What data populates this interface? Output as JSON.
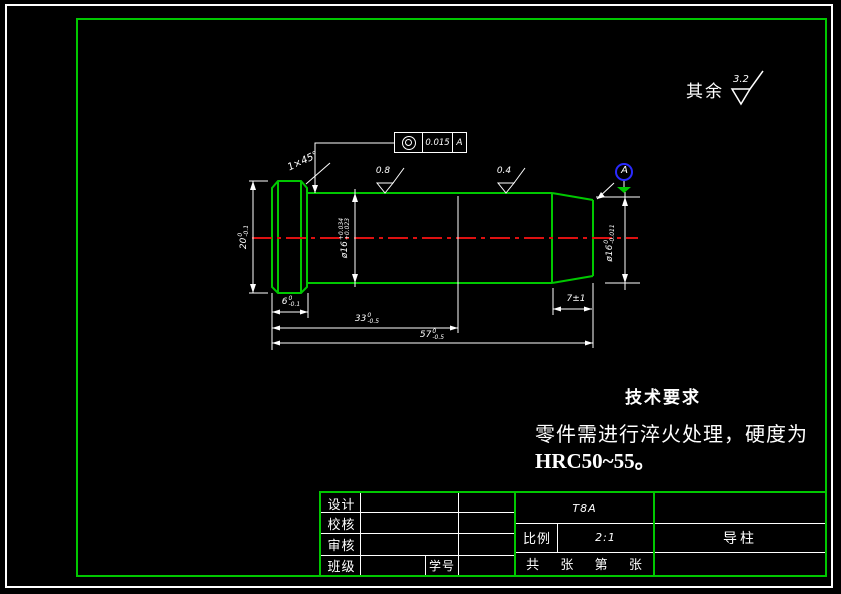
{
  "drawing": {
    "default_roughness": {
      "prefix": "其余",
      "value": "3.2"
    },
    "chamfer_label": "1×45°",
    "roughness_mid": "0.8",
    "roughness_right": "0.4",
    "fcf": {
      "symbol_icon": "concentricity-icon",
      "tolerance": "0.015",
      "datum": "A"
    },
    "datum_label": "A",
    "dims": {
      "head_od": {
        "v": "20",
        "tu": "0",
        "tl": "-0.1"
      },
      "shaft_od": {
        "v": "ø16",
        "tu": "+0.034",
        "tl": "+0.023"
      },
      "end_od": {
        "v": "ø16",
        "tu": "0",
        "tl": "-0.011"
      },
      "head_w": {
        "v": "6",
        "tu": "0",
        "tl": "-0.1"
      },
      "len_mid": {
        "v": "33",
        "tu": "0",
        "tl": "-0.5"
      },
      "len_total": {
        "v": "57",
        "tu": "0",
        "tl": "-0.5"
      },
      "len_end": {
        "v": "7±1"
      }
    }
  },
  "tech_req": {
    "title": "技术要求",
    "line1": "零件需进行淬火处理，硬度为",
    "line2": "HRC50~55。"
  },
  "title_block": {
    "design_label": "设计",
    "check_label": "校核",
    "audit_label": "审核",
    "class_label": "班级",
    "student_id_label": "学号",
    "material": "T8A",
    "scale_label": "比例",
    "scale_value": "2:1",
    "part_name": "导柱",
    "sheet_total_label": "共",
    "sheet_label": "张",
    "sheet_no_label": "第",
    "sheet_label2": "张"
  },
  "colors": {
    "line_green": "#00c800",
    "dim_white": "#ffffff",
    "center_red": "#dd1111",
    "datum_blue": "#2a2aff"
  }
}
